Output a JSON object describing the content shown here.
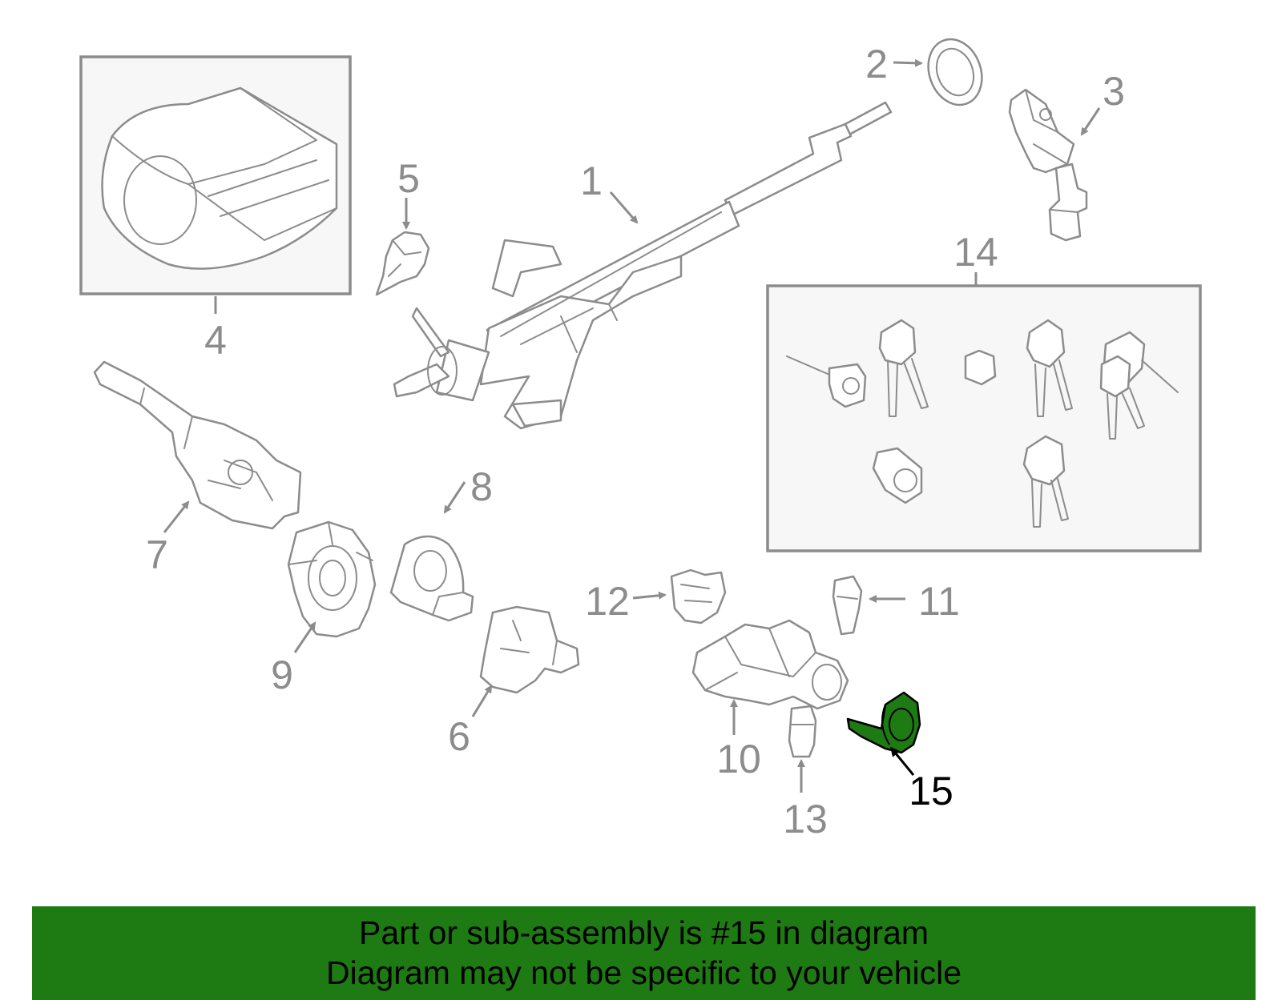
{
  "colors": {
    "highlight": "#1e7a12",
    "line": "#8c8c8c",
    "box_fill": "#f7f7f7"
  },
  "callouts": {
    "c1": "1",
    "c2": "2",
    "c3": "3",
    "c4": "4",
    "c5": "5",
    "c6": "6",
    "c7": "7",
    "c8": "8",
    "c9": "9",
    "c10": "10",
    "c11": "11",
    "c12": "12",
    "c13": "13",
    "c14": "14",
    "c15": "15"
  },
  "highlighted_part": "15",
  "banner": {
    "line1": "Part or sub-assembly is #15 in diagram",
    "line2": "Diagram may not be specific to your vehicle"
  }
}
